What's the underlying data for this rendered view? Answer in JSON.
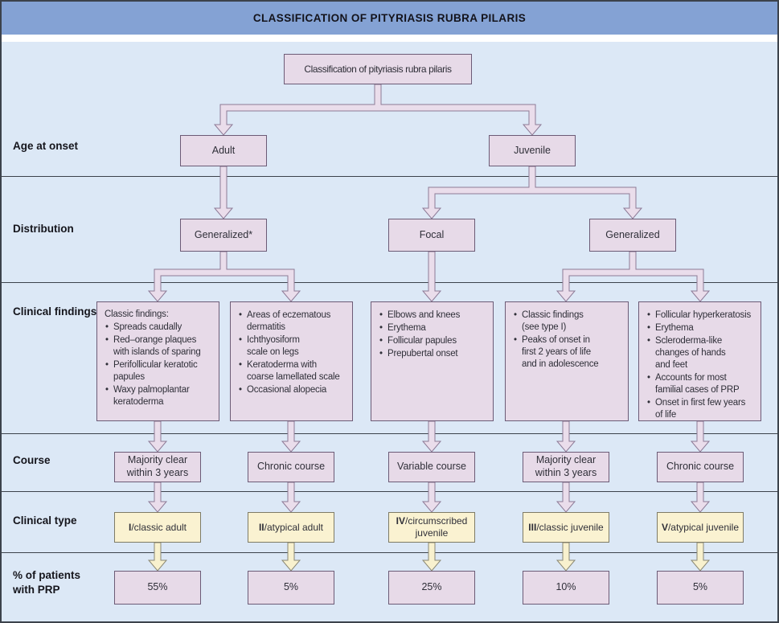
{
  "header": {
    "title": "CLASSIFICATION OF PITYRIASIS RUBRA PILARIS"
  },
  "root": {
    "label": "Classification of pityriasis rubra pilaris"
  },
  "rows": {
    "age": {
      "label": "Age at onset",
      "boxes": [
        {
          "label": "Adult"
        },
        {
          "label": "Juvenile"
        }
      ]
    },
    "distribution": {
      "label": "Distribution",
      "boxes": [
        {
          "label": "Generalized*"
        },
        {
          "label": "Focal"
        },
        {
          "label": "Generalized"
        }
      ]
    },
    "findings": {
      "label": "Clinical findings",
      "boxes": [
        {
          "title": "Classic findings:",
          "items": [
            "Spreads caudally",
            "Red–orange plaques\nwith islands of sparing",
            "Perifollicular keratotic\npapules",
            "Waxy palmoplantar\nkeratoderma"
          ]
        },
        {
          "items": [
            "Areas of eczematous\ndermatitis",
            "Ichthyosiform\nscale on legs",
            "Keratoderma with\ncoarse lamellated scale",
            "Occasional alopecia"
          ]
        },
        {
          "items": [
            "Elbows and knees",
            "Erythema",
            "Follicular papules",
            "Prepubertal onset"
          ]
        },
        {
          "items": [
            "Classic findings\n(see type I)",
            "Peaks of onset in\nfirst 2 years of life\nand in adolescence"
          ]
        },
        {
          "items": [
            "Follicular hyperkeratosis",
            "Erythema",
            "Scleroderma-like\nchanges of hands\nand feet",
            "Accounts for most\nfamilial cases of PRP",
            "Onset in first few years\nof life"
          ]
        }
      ]
    },
    "course": {
      "label": "Course",
      "boxes": [
        "Majority clear\nwithin 3 years",
        "Chronic course",
        "Variable course",
        "Majority clear\nwithin 3 years",
        "Chronic course"
      ]
    },
    "type": {
      "label": "Clinical type",
      "boxes": [
        {
          "numeral": "I",
          "label": "/classic adult"
        },
        {
          "numeral": "II",
          "label": "/atypical adult"
        },
        {
          "numeral": "IV",
          "label": "/circumscribed juvenile"
        },
        {
          "numeral": "III",
          "label": "/classic juvenile"
        },
        {
          "numeral": "V",
          "label": "/atypical juvenile"
        }
      ]
    },
    "percent": {
      "label_line1": "% of patients",
      "label_line2": "with PRP",
      "boxes": [
        "55%",
        "5%",
        "25%",
        "10%",
        "5%"
      ]
    }
  },
  "colors": {
    "header_bg": "#84A2D4",
    "body_bg": "#DCE8F6",
    "frame_line": "#3C424B",
    "box_fill": "#E7DAE8",
    "box_border": "#6C5B76",
    "connector_fill": "#EADDEB",
    "connector_stroke": "#8D7A96",
    "type_box_fill": "#FAF2D1",
    "type_box_border": "#7E7B66",
    "yellow_connector_fill": "#F8F1CE"
  }
}
